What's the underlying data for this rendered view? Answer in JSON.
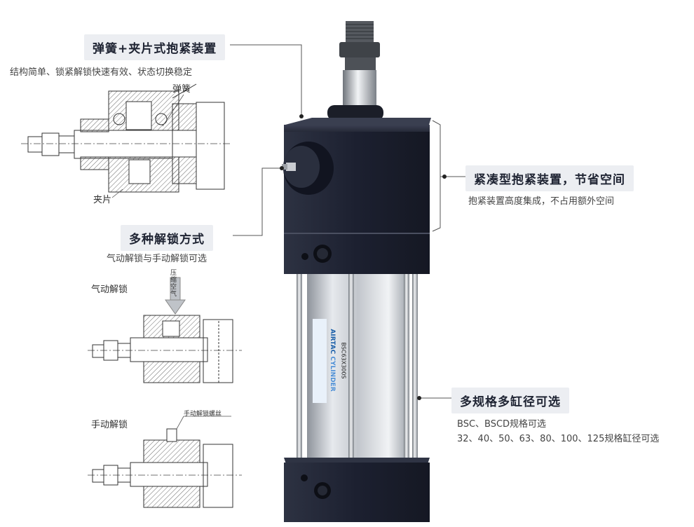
{
  "callouts": {
    "spring_clamp": {
      "title": "弹簧+夹片式抱紧装置",
      "subtitle": "结构简单、锁紧解锁快速有效、状态切换稳定"
    },
    "compact": {
      "title": "紧凑型抱紧装置，节省空间",
      "subtitle": "抱紧装置高度集成，不占用额外空间"
    },
    "unlock": {
      "title": "多种解锁方式",
      "subtitle": "气动解锁与手动解锁可选"
    },
    "sizes": {
      "title": "多规格多缸径可选",
      "line1": "BSC、BSCD规格可选",
      "line2": "32、40、50、63、80、100、125规格缸径可选"
    }
  },
  "diagram_labels": {
    "spring": "弹簧",
    "clip": "夹片",
    "pneumatic_unlock": "气动解锁",
    "air_supply": "压缩空气",
    "manual_unlock": "手动解锁",
    "manual_screw": "手动解锁螺丝"
  },
  "product": {
    "brand": "AIRTAC",
    "series": "CYLINDER",
    "model": "BSC63X300S"
  },
  "colors": {
    "callout_bg": "#eceef2",
    "body_dark": "#1c1f2b",
    "tube_silver": "#c8ccd2"
  }
}
